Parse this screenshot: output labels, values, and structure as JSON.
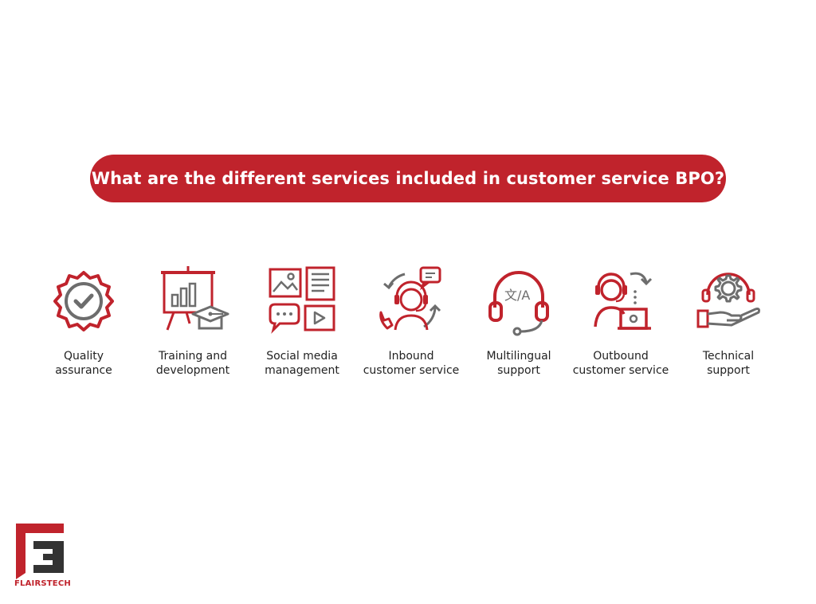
{
  "header": {
    "title": "What are the different services included in customer service BPO?"
  },
  "colors": {
    "accent": "#c0232c",
    "icon_gray": "#6d6d6d",
    "text": "#222222"
  },
  "services": [
    {
      "icon": "quality-badge-icon",
      "line1": "Quality",
      "line2": "assurance"
    },
    {
      "icon": "training-board-icon",
      "line1": "Training and",
      "line2": "development"
    },
    {
      "icon": "social-media-icon",
      "line1": "Social media",
      "line2": "management"
    },
    {
      "icon": "inbound-agent-icon",
      "line1": "Inbound",
      "line2": "customer service"
    },
    {
      "icon": "translation-headset-icon",
      "line1": "Multilingual",
      "line2": "support"
    },
    {
      "icon": "outbound-agent-icon",
      "line1": "Outbound",
      "line2": "customer service"
    },
    {
      "icon": "tech-support-icon",
      "line1": "Technical",
      "line2": "support"
    }
  ],
  "logo": {
    "text": "FLAIRSTECH",
    "icon": "flairstech-logo-icon"
  }
}
